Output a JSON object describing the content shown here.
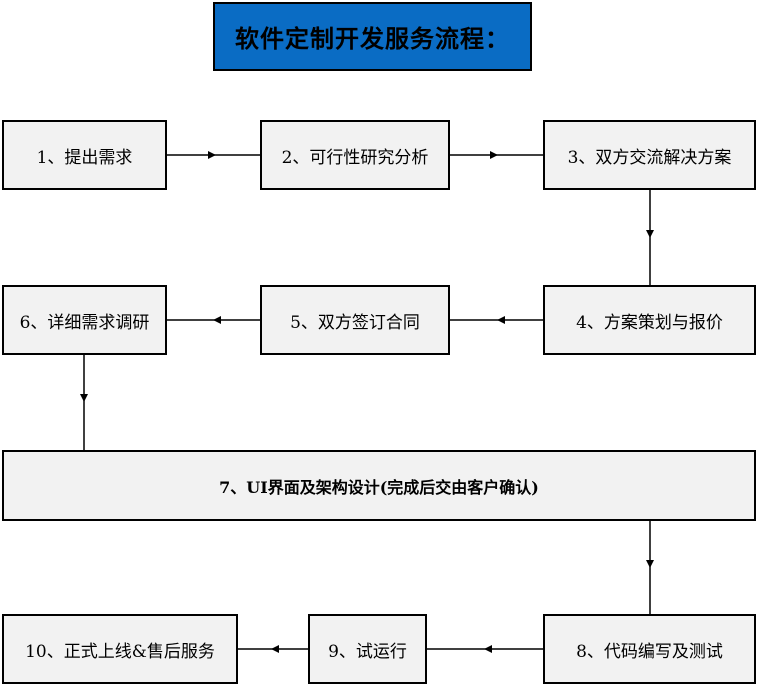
{
  "title": "软件定制开发服务流程：",
  "steps": {
    "s1": "1、提出需求",
    "s2": "2、可行性研究分析",
    "s3": "3、双方交流解决方案",
    "s4": "4、方案策划与报价",
    "s5": "5、双方签订合同",
    "s6": "6、详细需求调研",
    "s7": "7、UI界面及架构设计(完成后交由客户确认)",
    "s8": "8、代码编写及测试",
    "s9": "9、试运行",
    "s10": "10、正式上线&售后服务"
  },
  "colors": {
    "title_bg": "#0a6cc4",
    "node_bg": "#f2f2f2",
    "line": "#000000"
  }
}
